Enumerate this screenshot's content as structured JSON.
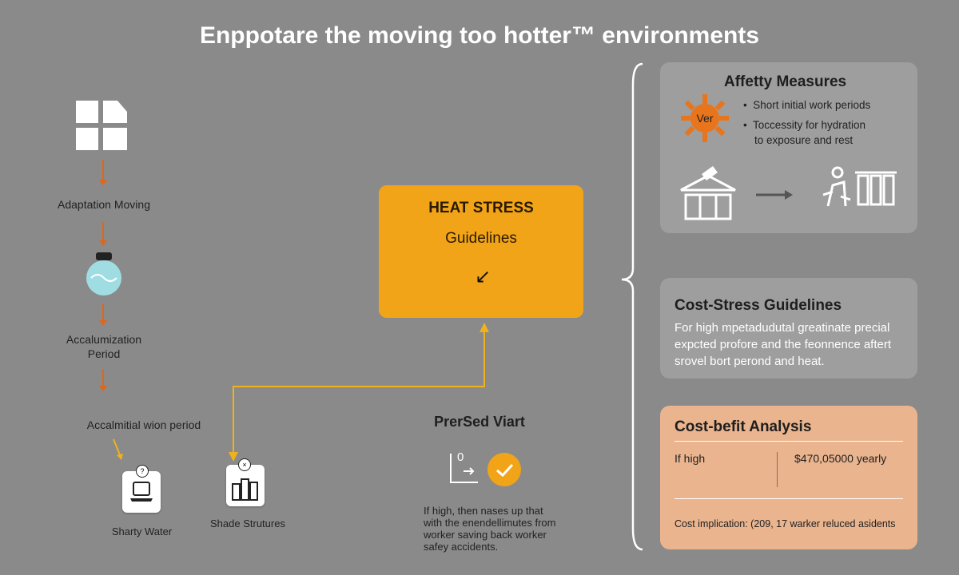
{
  "title": "Enppotare the moving too hotter™ environments",
  "left_flow": {
    "step1": "Adaptation Moving",
    "step2_line1": "Accalumization",
    "step2_line2": "Period",
    "step3": "Accalmitial wion period",
    "item_water": "Sharty Water",
    "item_shade": "Shade Strutures"
  },
  "center": {
    "box_title": "HEAT STRESS",
    "box_subtitle": "Guidelines",
    "box_arrow": "↙",
    "preset_title": "PrerSed Viart",
    "preset_number": "0",
    "preset_text": [
      "If high, then nases up that",
      "with the enendellimutes from",
      "worker saving back worker",
      "safey accidents."
    ]
  },
  "right": {
    "safety": {
      "title": "Affetty Measures",
      "badge": "Ver",
      "bullet1": "Short initial work periods",
      "bullet2_line1": "Toccessity for hydration",
      "bullet2_line2": "to exposure and rest"
    },
    "cost_stress": {
      "title": "Cost-Stress Guidelines",
      "lines": [
        "For high mpetadudutal greatinate precial",
        "expcted profore and the feonnence aftert",
        "srovel bort perond and heat."
      ]
    },
    "cost_benefit": {
      "title": "Cost-befit Analysis",
      "left_label": "If high",
      "right_value": "$470,05000 yearly",
      "footer": "Cost implication: (209, 17 warker reluced asidents"
    }
  },
  "colors": {
    "background": "#8a8a8a",
    "accent_orange": "#f2a418",
    "arrow_orange": "#e0661e",
    "connector_yellow": "#f0b21c",
    "peach_card": "#e9b48e"
  }
}
